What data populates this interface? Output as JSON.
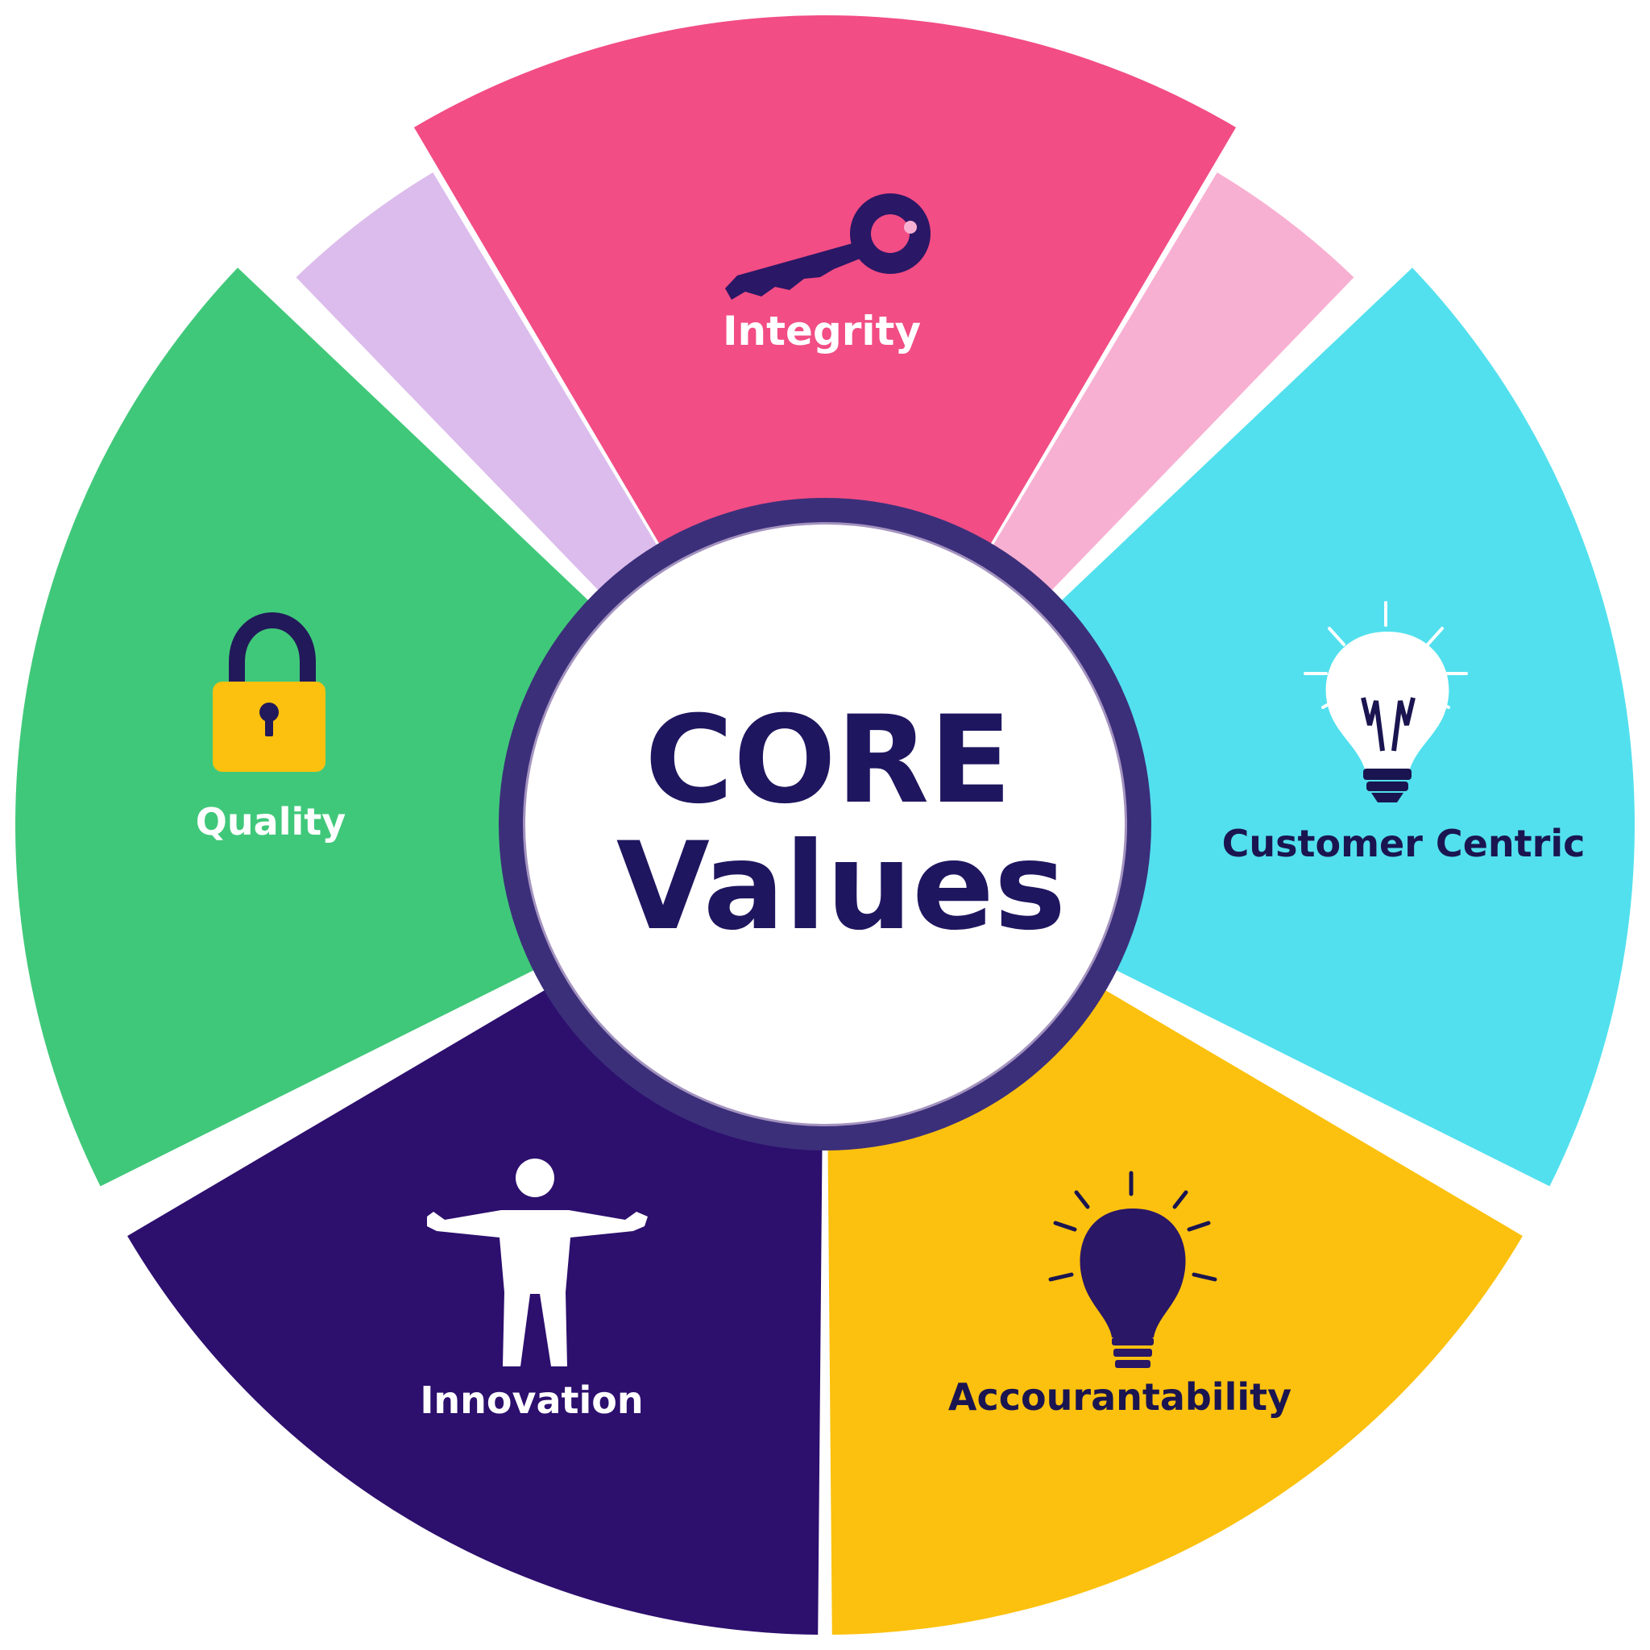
{
  "center": {
    "line1": "CORE",
    "line2": "Values"
  },
  "segments": [
    {
      "label": "Integrity",
      "icon": "key-icon",
      "color": "#F24D84",
      "text_color": "#FFFFFF"
    },
    {
      "label": "Customer Centric",
      "icon": "lightbulb-outline-icon",
      "color": "#52E0EE",
      "text_color": "#1A1550"
    },
    {
      "label": "Accourantability",
      "icon": "lightbulb-filled-icon",
      "color": "#FCC10E",
      "text_color": "#1A1550"
    },
    {
      "label": "Innovation",
      "icon": "person-icon",
      "color": "#2D0F6E",
      "text_color": "#FFFFFF"
    },
    {
      "label": "Quality",
      "icon": "padlock-icon",
      "color": "#40C87A",
      "text_color": "#FFFFFF"
    }
  ],
  "accent_colors": {
    "lavender": "#DCBCEC",
    "light_pink": "#F8B0D2",
    "center_text": "#1F1660"
  }
}
